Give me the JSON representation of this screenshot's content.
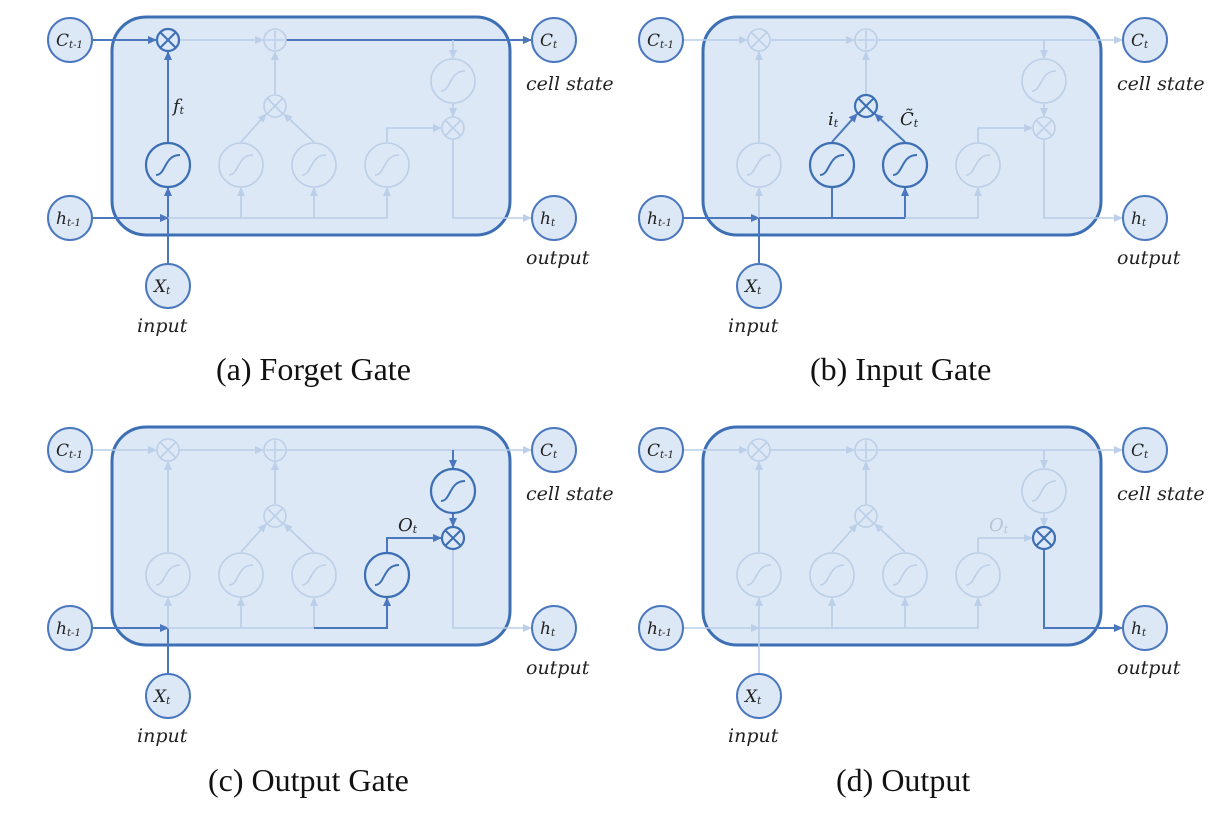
{
  "panels": [
    {
      "id": "a",
      "caption": "(a) Forget Gate",
      "gate_label": "f",
      "gate_sub": "t"
    },
    {
      "id": "b",
      "caption": "(b) Input Gate",
      "gate_label_i": "i",
      "gate_label_c": "C̃",
      "gate_sub": "t"
    },
    {
      "id": "c",
      "caption": "(c) Output Gate",
      "gate_label": "O",
      "gate_sub": "t"
    },
    {
      "id": "d",
      "caption": "(d) Output",
      "gate_label": "O",
      "gate_sub": "t"
    }
  ],
  "nodes": {
    "c_prev": "C",
    "c_prev_sub": "t-1",
    "c_cur": "C",
    "c_cur_sub": "t",
    "h_prev": "h",
    "h_prev_sub": "t-1",
    "h_cur": "h",
    "h_cur_sub": "t",
    "x": "X",
    "x_sub": "t"
  },
  "labels": {
    "cell_state": "cell state",
    "output": "output",
    "input": "input"
  },
  "colors": {
    "box_fill": "#dce8f6",
    "accent": "#3d6fb5",
    "faded": "#bccfe8"
  }
}
